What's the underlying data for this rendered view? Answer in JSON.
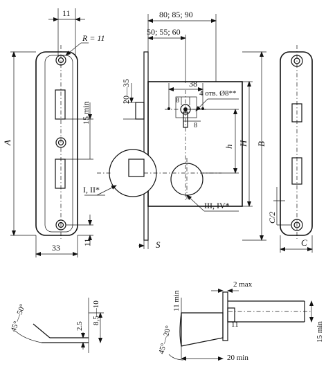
{
  "labels": {
    "dim_11_top": "11",
    "radius": "R = 11",
    "dim_A": "A",
    "dim_15min_left": "15 min",
    "dim_33": "33",
    "dim_11_bottom": "11",
    "dim_80_85_90": "80; 85; 90",
    "dim_50_55_60": "50; 55; 60",
    "dim_20_35": "20—35",
    "dim_38": "38",
    "holes_note": "4 отв. Ø8**",
    "dim_8_a": "8",
    "dim_8_b": "8",
    "dim_h": "h",
    "dim_H": "H",
    "dim_B": "B",
    "variant_I_II": "I, II*",
    "variant_III_IV": "III, IV*",
    "dim_S": "S",
    "dim_C2": "C/2",
    "dim_C": "C",
    "angle_left": "45°—50°",
    "dim_2_5": "2.5",
    "dim_8_5_10": "8,5—10",
    "dim_11min": "11 min",
    "dim_2max": "2 max",
    "angle_right": "45°—20°",
    "dim_11_bolt": "11",
    "dim_15min_right": "15 min",
    "dim_20min": "20 min"
  }
}
